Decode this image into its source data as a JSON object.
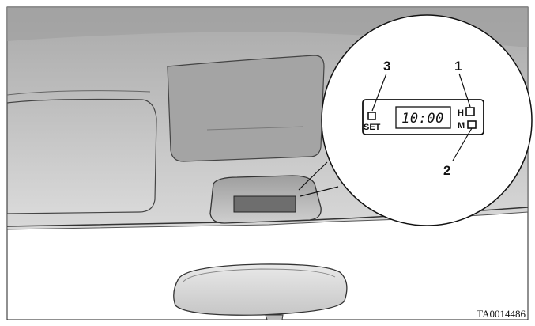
{
  "figure": {
    "id_label": "TA0014486"
  },
  "clock_display": {
    "time": "10:00"
  },
  "buttons": {
    "set_label": "SET",
    "hour_label": "H",
    "minute_label": "M"
  },
  "callouts": {
    "hour_number": "1",
    "minute_number": "2",
    "set_number": "3"
  }
}
